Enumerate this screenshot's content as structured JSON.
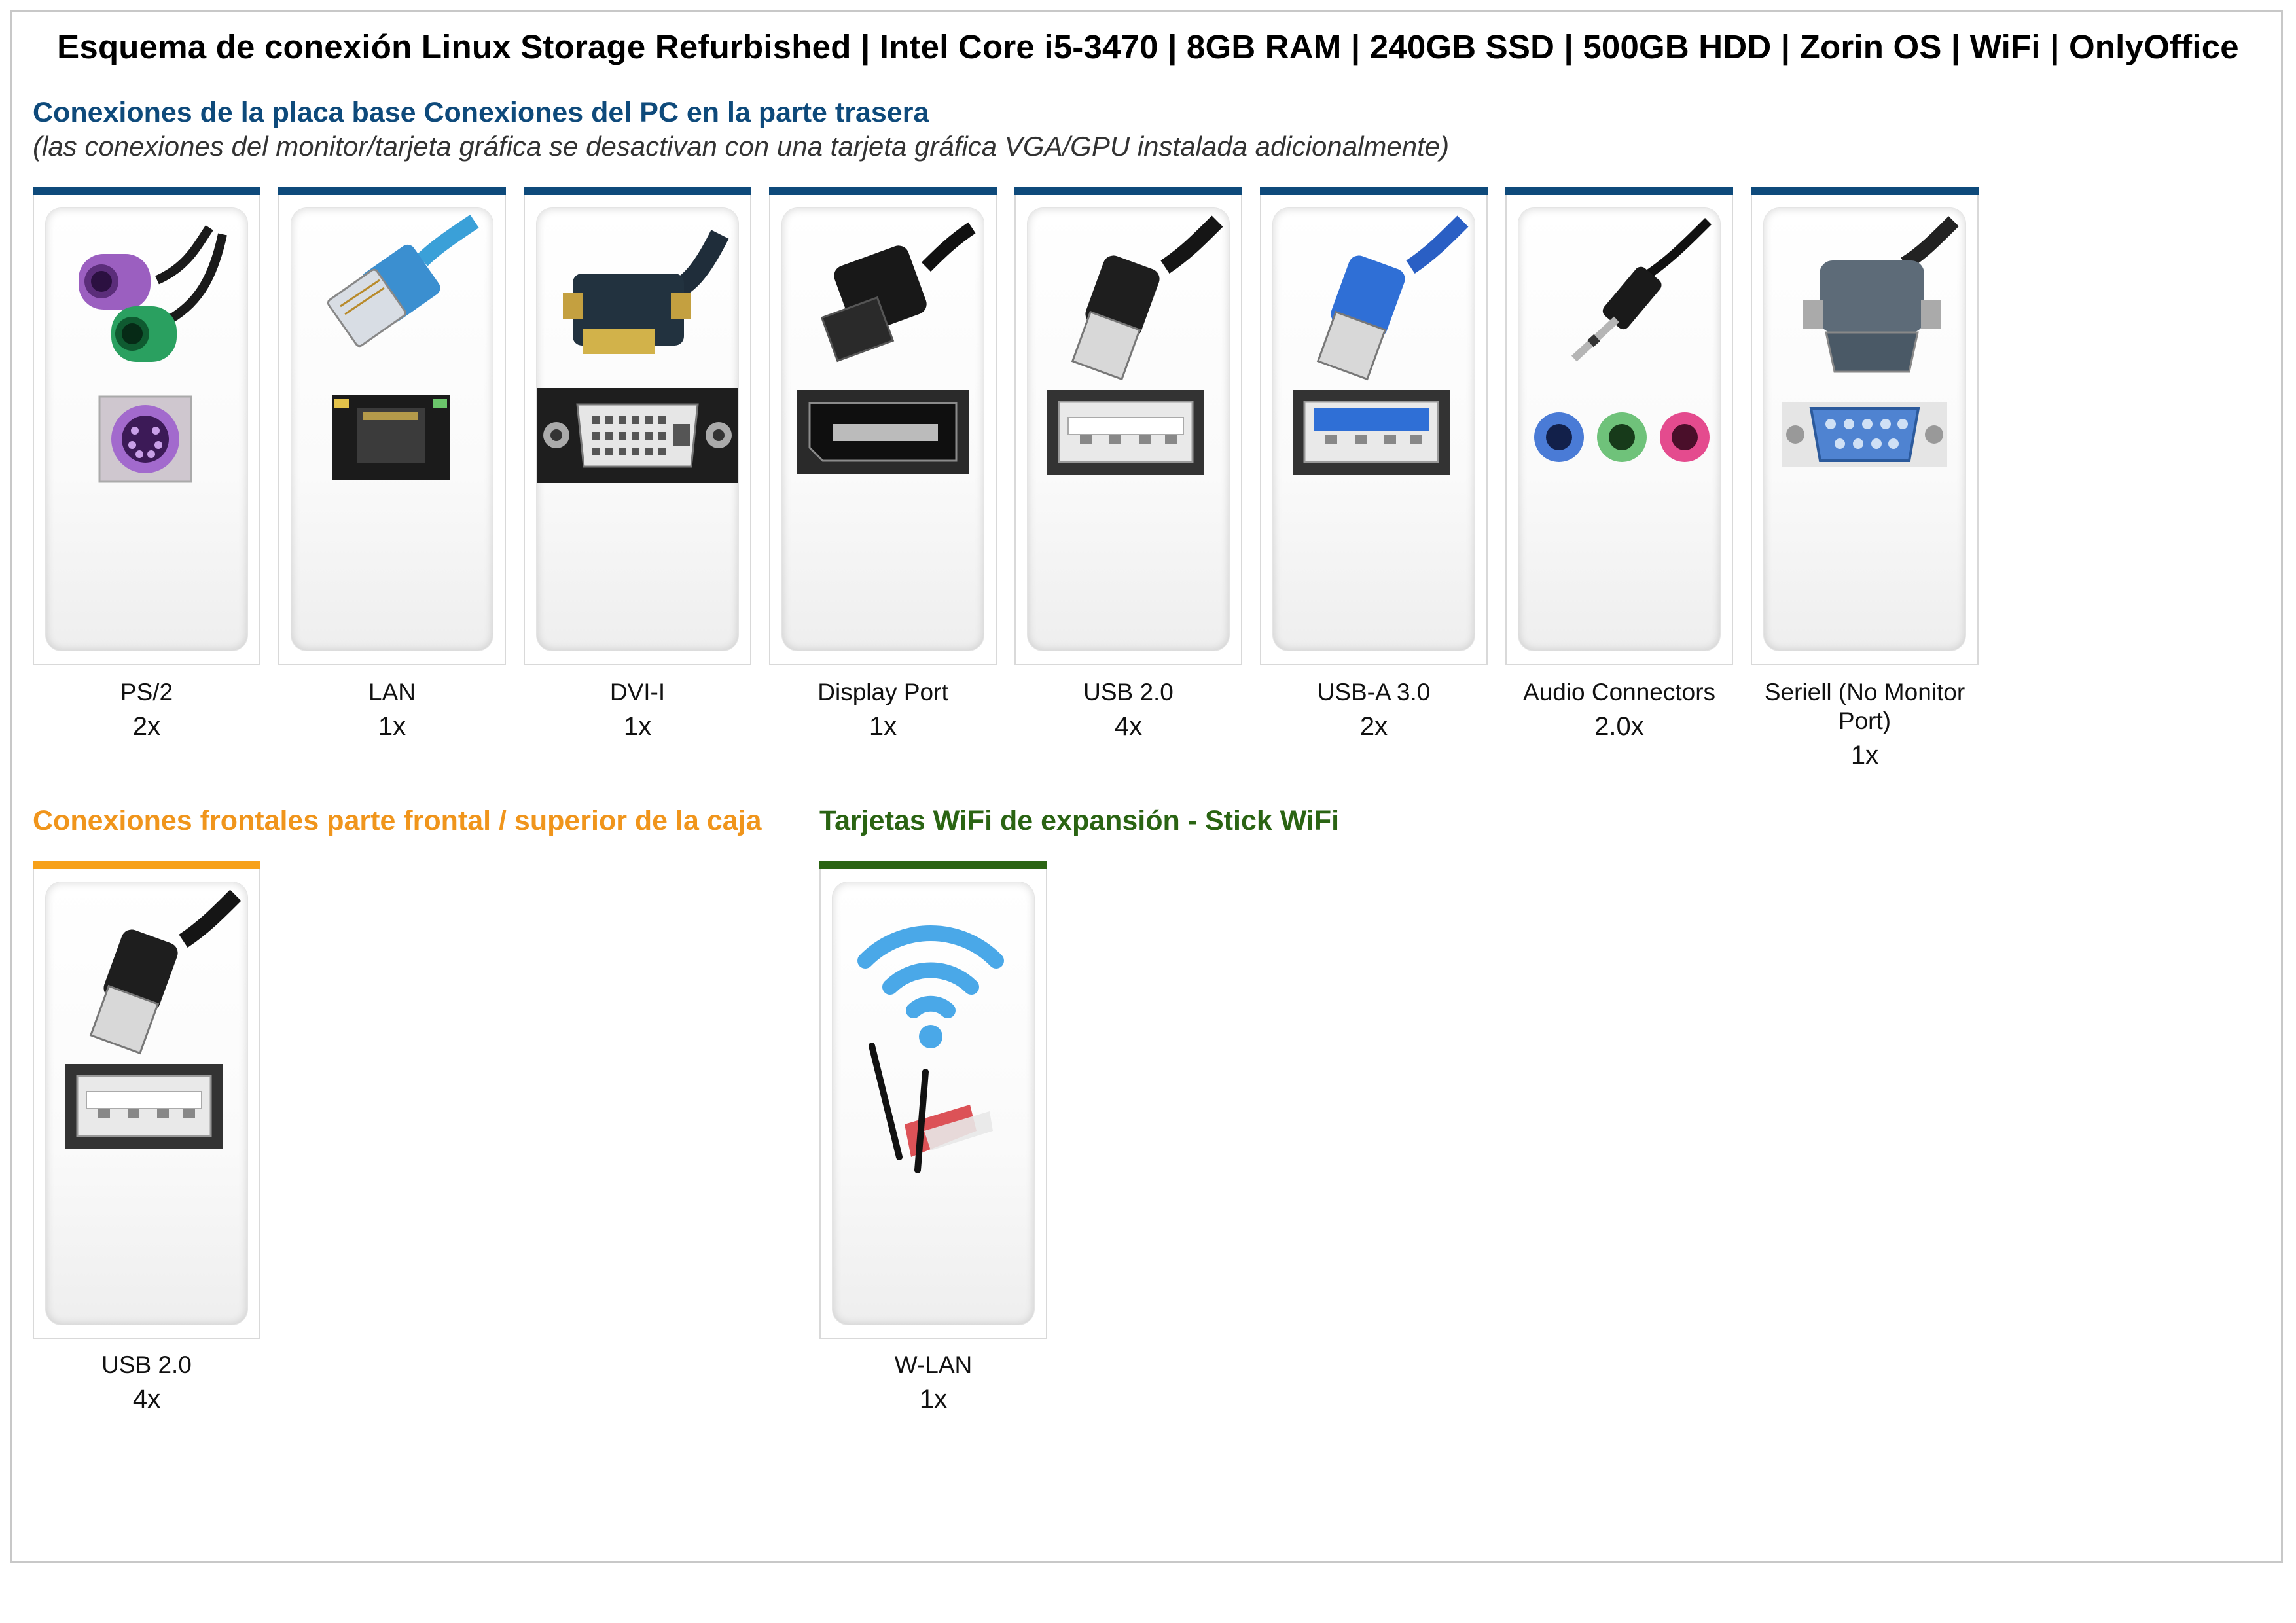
{
  "page_title": "Esquema de conexión Linux Storage Refurbished | Intel Core i5-3470 | 8GB RAM | 240GB SSD | 500GB HDD | Zorin OS | WiFi | OnlyOffice",
  "rear": {
    "title": "Conexiones de la placa base Conexiones del PC en la parte trasera",
    "subtitle": "(las conexiones del monitor/tarjeta gráfica se desactivan con una tarjeta gráfica VGA/GPU instalada adicionalmente)",
    "ports": [
      {
        "label": "PS/2",
        "count": "2x",
        "icon": "ps2-connector-icon"
      },
      {
        "label": "LAN",
        "count": "1x",
        "icon": "lan-rj45-connector-icon"
      },
      {
        "label": "DVI-I",
        "count": "1x",
        "icon": "dvi-connector-icon"
      },
      {
        "label": "Display Port",
        "count": "1x",
        "icon": "displayport-connector-icon"
      },
      {
        "label": "USB 2.0",
        "count": "4x",
        "icon": "usb2-connector-icon"
      },
      {
        "label": "USB-A 3.0",
        "count": "2x",
        "icon": "usb3-connector-icon"
      },
      {
        "label": "Audio Connectors",
        "count": "2.0x",
        "icon": "audio-jack-connector-icon"
      },
      {
        "label": "Seriell (No Monitor Port)",
        "count": "1x",
        "icon": "serial-db9-connector-icon"
      }
    ]
  },
  "front": {
    "title": "Conexiones frontales parte frontal / superior de la caja",
    "ports": [
      {
        "label": "USB 2.0",
        "count": "4x",
        "icon": "usb2-connector-icon"
      }
    ]
  },
  "wifi": {
    "title": "Tarjetas WiFi de expansión - Stick WiFi",
    "ports": [
      {
        "label": "W-LAN",
        "count": "1x",
        "icon": "wifi-antenna-card-icon"
      }
    ]
  },
  "colors": {
    "rear_accent": "#0e4a7b",
    "front_accent": "#f7a11a",
    "wifi_accent": "#2a6413"
  }
}
